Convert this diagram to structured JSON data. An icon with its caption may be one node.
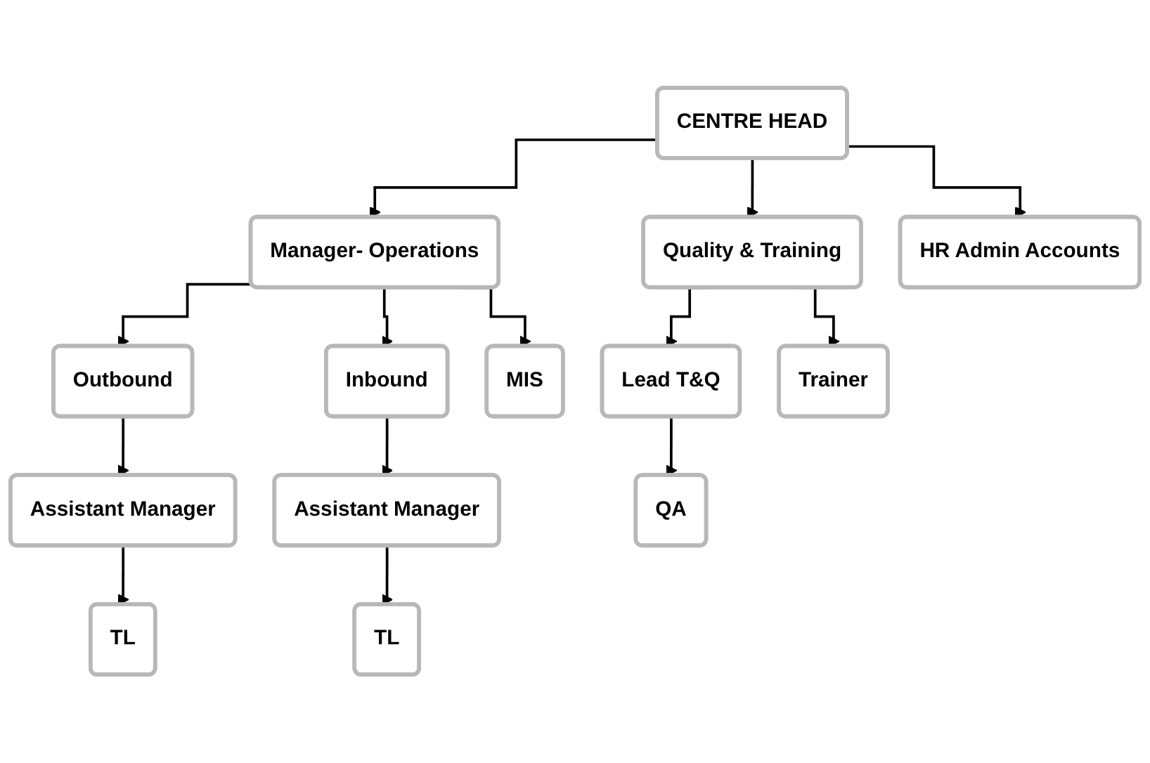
{
  "diagram": {
    "nodes": [
      {
        "text": [
          "CENTRE HEAD"
        ]
      },
      {
        "text": [
          "Manager- Operations"
        ]
      },
      {
        "text": [
          "Quality & Training"
        ]
      },
      {
        "text": [
          "Outbound"
        ]
      },
      {
        "text": [
          "Inbound"
        ]
      },
      {
        "text": [
          "MIS"
        ]
      },
      {
        "text": [
          "Lead T&Q"
        ]
      },
      {
        "text": [
          "Trainer"
        ]
      },
      {
        "text": [
          "HR Admin Accounts"
        ]
      },
      {
        "text": [
          "Assistant Manager"
        ]
      },
      {
        "text": [
          "Assistant Manager"
        ]
      },
      {
        "text": [
          "QA"
        ]
      },
      {
        "text": [
          "TL"
        ]
      },
      {
        "text": [
          "TL"
        ]
      }
    ],
    "edges": [
      {
        "from": 0,
        "to": 1,
        "arrow": "to"
      },
      {
        "from": 0,
        "to": 2,
        "arrow": "to"
      },
      {
        "from": 0,
        "to": 8,
        "arrow": "to"
      },
      {
        "from": 1,
        "to": 3,
        "arrow": "to"
      },
      {
        "from": 1,
        "to": 4,
        "arrow": "to"
      },
      {
        "from": 1,
        "to": 5,
        "arrow": "to"
      },
      {
        "from": 2,
        "to": 6,
        "arrow": "to"
      },
      {
        "from": 2,
        "to": 7,
        "arrow": "to"
      },
      {
        "from": 3,
        "to": 9,
        "arrow": "to"
      },
      {
        "from": 4,
        "to": 10,
        "arrow": "to"
      },
      {
        "from": 6,
        "to": 11,
        "arrow": "to"
      },
      {
        "from": 9,
        "to": 12,
        "arrow": "to"
      },
      {
        "from": 10,
        "to": 13,
        "arrow": "to"
      }
    ]
  }
}
